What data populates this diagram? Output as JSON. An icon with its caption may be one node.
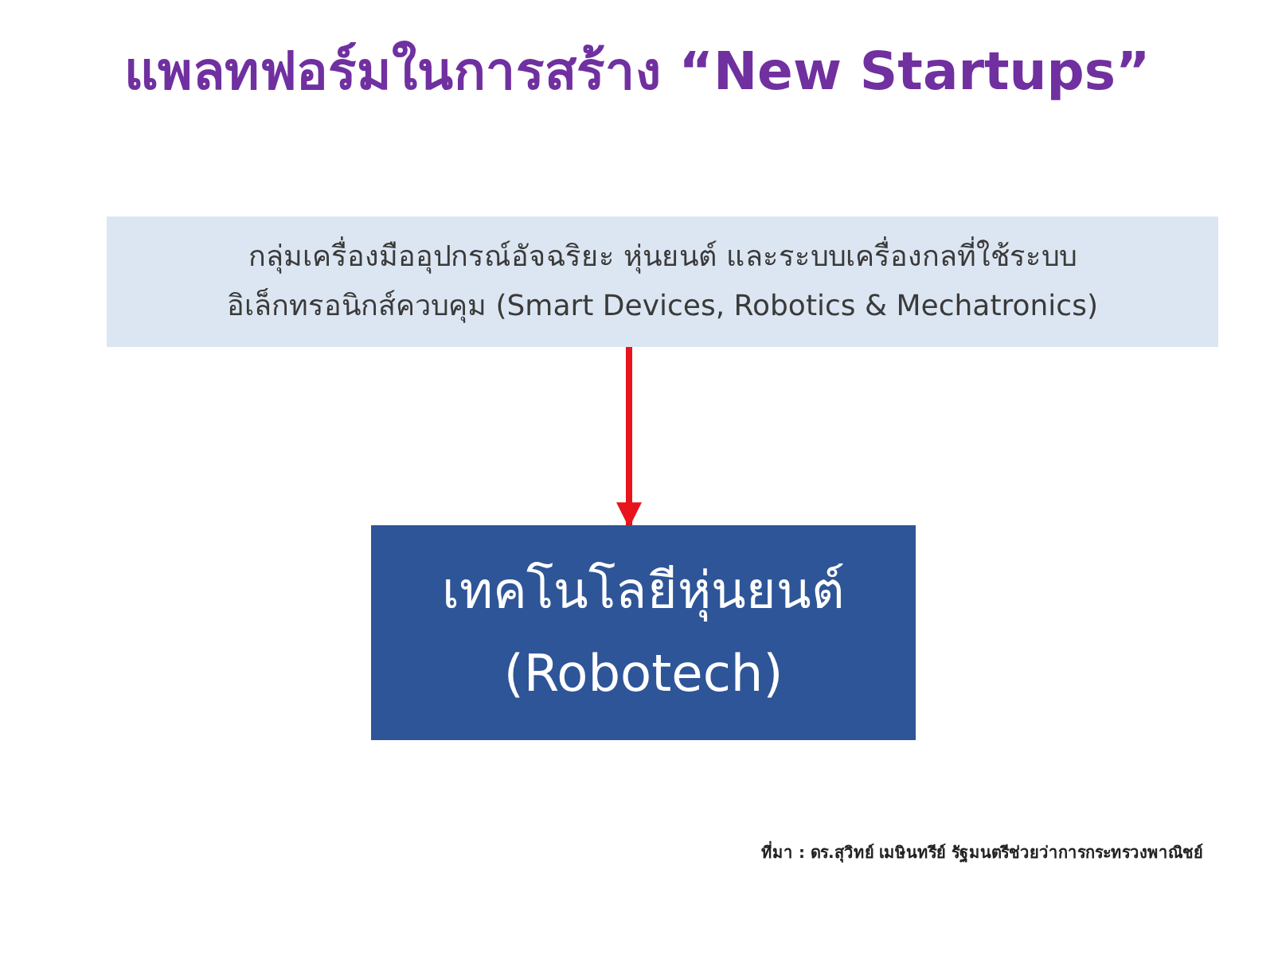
{
  "diagram": {
    "title": "แพลทฟอร์มในการสร้าง “New Startups”",
    "nodes": [
      {
        "text": [
          "กลุ่มเครื่องมืออุปกรณ์อัจฉริยะ หุ่นยนต์ และระบบเครื่องกลที่ใช้ระบบอิเล็กทรอนิกส์ควบคุม (Smart Devices, Robotics & Mechatronics)"
        ]
      },
      {
        "text": [
          "เทคโนโลยีหุ่นยนต์",
          "(Robotech)"
        ]
      }
    ],
    "edges": [
      {
        "from": 0,
        "to": 1,
        "arrow": "to",
        "color": "#e8131b"
      }
    ],
    "labels": [
      "ที่มา : ดร.สุวิทย์ เมษินทรีย์ รัฐมนตรีช่วยว่าการกระทรวงพาณิชย์"
    ]
  }
}
